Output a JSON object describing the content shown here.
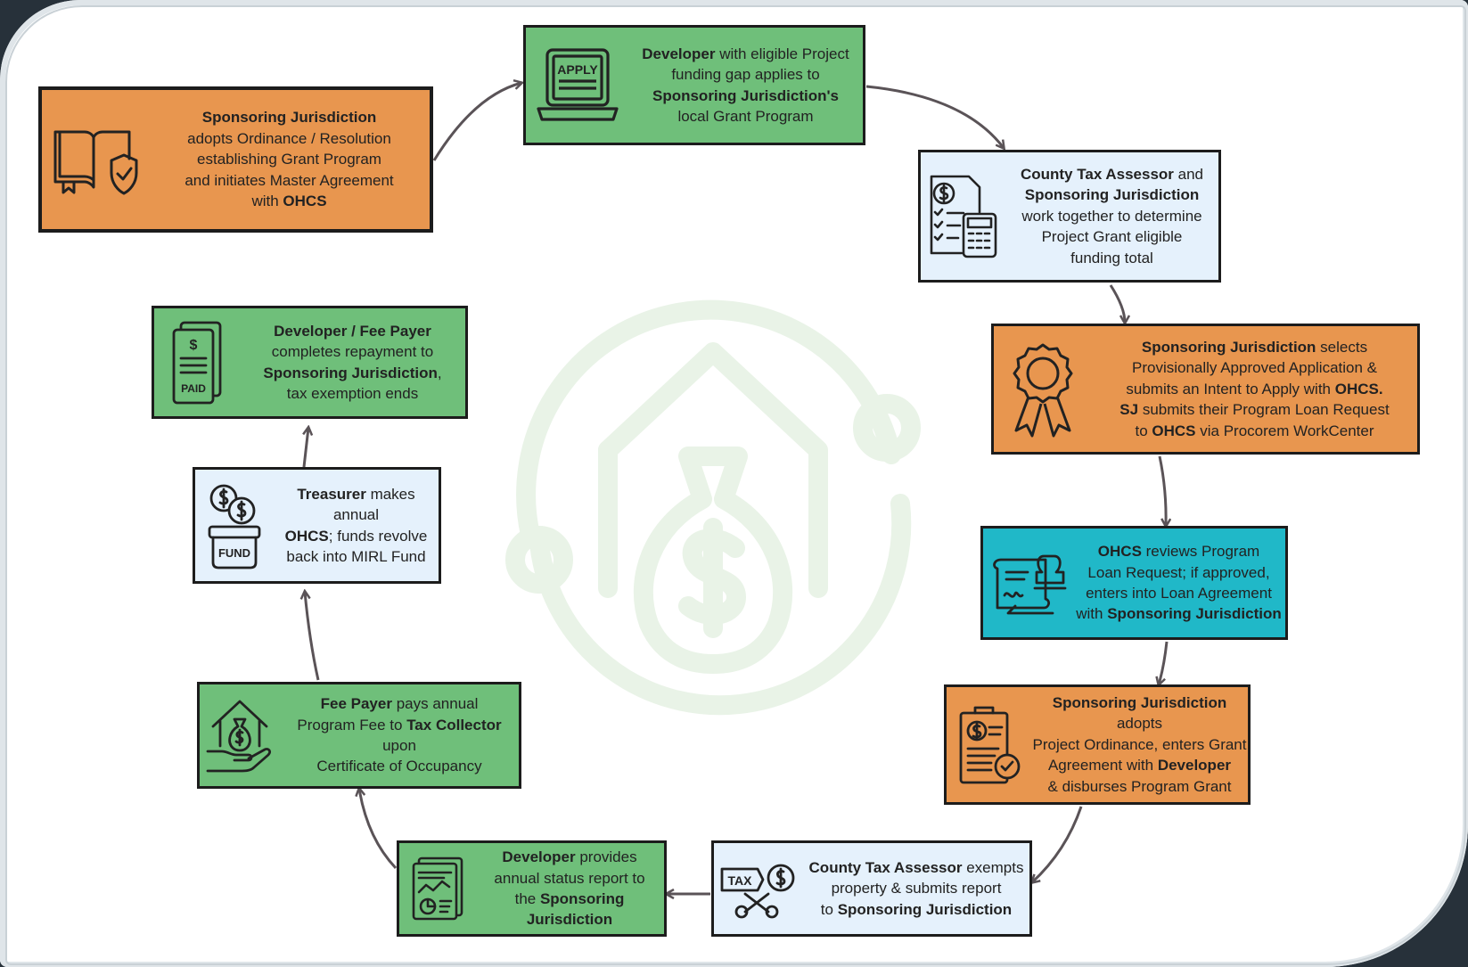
{
  "steps": [
    {
      "id": "step-1",
      "color": "#e8964f",
      "icon": "book-shield-icon",
      "lines": [
        [
          [
            "Sponsoring Jurisdiction",
            true
          ]
        ],
        [
          [
            "adopts Ordinance / Resolution",
            false
          ]
        ],
        [
          [
            "establishing Grant Program",
            false
          ]
        ],
        [
          [
            "and initiates Master Agreement",
            false
          ]
        ],
        [
          [
            "with ",
            false
          ],
          [
            "OHCS",
            true
          ]
        ]
      ]
    },
    {
      "id": "step-2",
      "color": "#6fbf7a",
      "icon": "apply-laptop-icon",
      "lines": [
        [
          [
            "Developer",
            true
          ],
          [
            " with eligible Project",
            false
          ]
        ],
        [
          [
            "funding gap applies to",
            false
          ]
        ],
        [
          [
            "Sponsoring Jurisdiction's",
            true
          ]
        ],
        [
          [
            "local Grant Program",
            false
          ]
        ]
      ]
    },
    {
      "id": "step-3",
      "color": "#e5f1fc",
      "icon": "document-calculator-icon",
      "lines": [
        [
          [
            "County Tax Assessor",
            true
          ],
          [
            " and",
            false
          ]
        ],
        [
          [
            "Sponsoring Jurisdiction",
            true
          ]
        ],
        [
          [
            "work together to determine",
            false
          ]
        ],
        [
          [
            "Project Grant eligible",
            false
          ]
        ],
        [
          [
            "funding total",
            false
          ]
        ]
      ]
    },
    {
      "id": "step-4",
      "color": "#e8964f",
      "icon": "award-ribbon-icon",
      "lines": [
        [
          [
            "Sponsoring Jurisdiction",
            true
          ],
          [
            " selects",
            false
          ]
        ],
        [
          [
            "Provisionally Approved Application &",
            false
          ]
        ],
        [
          [
            "submits an Intent to Apply with ",
            false
          ],
          [
            "OHCS.",
            true
          ]
        ],
        [
          [
            "SJ",
            true
          ],
          [
            " submits their Program Loan Request",
            false
          ]
        ],
        [
          [
            "to ",
            false
          ],
          [
            "OHCS",
            true
          ],
          [
            " via Procorem WorkCenter",
            false
          ]
        ]
      ]
    },
    {
      "id": "step-5",
      "color": "#20b8c8",
      "icon": "stamp-document-icon",
      "lines": [
        [
          [
            "OHCS",
            true
          ],
          [
            " reviews Program",
            false
          ]
        ],
        [
          [
            "Loan Request; if approved,",
            false
          ]
        ],
        [
          [
            "enters into Loan Agreement",
            false
          ]
        ],
        [
          [
            "with ",
            false
          ],
          [
            "Sponsoring Jurisdiction",
            true
          ]
        ]
      ]
    },
    {
      "id": "step-6",
      "color": "#e8964f",
      "icon": "approved-document-icon",
      "lines": [
        [
          [
            "Sponsoring Jurisdiction",
            true
          ],
          [
            " adopts",
            false
          ]
        ],
        [
          [
            "Project Ordinance, enters Grant",
            false
          ]
        ],
        [
          [
            "Agreement with ",
            false
          ],
          [
            "Developer",
            true
          ]
        ],
        [
          [
            "& disburses Program Grant",
            false
          ]
        ]
      ]
    },
    {
      "id": "step-7",
      "color": "#e5f1fc",
      "icon": "tax-scissors-icon",
      "lines": [
        [
          [
            "County Tax Assessor",
            true
          ],
          [
            " exempts",
            false
          ]
        ],
        [
          [
            "property & submits report",
            false
          ]
        ],
        [
          [
            "to ",
            false
          ],
          [
            "Sponsoring Jurisdiction",
            true
          ]
        ]
      ]
    },
    {
      "id": "step-8",
      "color": "#6fbf7a",
      "icon": "report-chart-icon",
      "lines": [
        [
          [
            "Developer",
            true
          ],
          [
            " provides",
            false
          ]
        ],
        [
          [
            "annual status report to",
            false
          ]
        ],
        [
          [
            "the ",
            false
          ],
          [
            "Sponsoring Jurisdiction",
            true
          ]
        ]
      ]
    },
    {
      "id": "step-9",
      "color": "#6fbf7a",
      "icon": "house-money-hand-icon",
      "lines": [
        [
          [
            "Fee Payer",
            true
          ],
          [
            " pays annual",
            false
          ]
        ],
        [
          [
            "Program Fee to ",
            false
          ],
          [
            "Tax Collector",
            true
          ],
          [
            " upon",
            false
          ]
        ],
        [
          [
            "Certificate of Occupancy",
            false
          ]
        ]
      ]
    },
    {
      "id": "step-10",
      "color": "#e5f1fc",
      "icon": "fund-jar-coins-icon",
      "lines": [
        [
          [
            "Treasurer",
            true
          ],
          [
            " makes annual",
            false
          ]
        ],
        [
          [
            "OHCS",
            true
          ],
          [
            "; funds revolve",
            false
          ]
        ],
        [
          [
            "back into MIRL Fund",
            false
          ]
        ]
      ]
    },
    {
      "id": "step-11",
      "color": "#6fbf7a",
      "icon": "paid-receipt-icon",
      "lines": [
        [
          [
            "Developer / Fee Payer",
            true
          ]
        ],
        [
          [
            "completes repayment to",
            false
          ]
        ],
        [
          [
            "Sponsoring Jurisdiction",
            true
          ],
          [
            ",",
            false
          ]
        ],
        [
          [
            "tax exemption ends",
            false
          ]
        ]
      ]
    }
  ],
  "icon_labels": {
    "apply": "APPLY",
    "paid": "PAID",
    "fund": "FUND",
    "tax": "TAX"
  },
  "watermark_icon": "house-money-bag-icon",
  "colors": {
    "orange": "#e8964f",
    "green": "#6fbf7a",
    "light_blue": "#e5f1fc",
    "teal": "#20b8c8",
    "arrow": "#5a5357"
  }
}
